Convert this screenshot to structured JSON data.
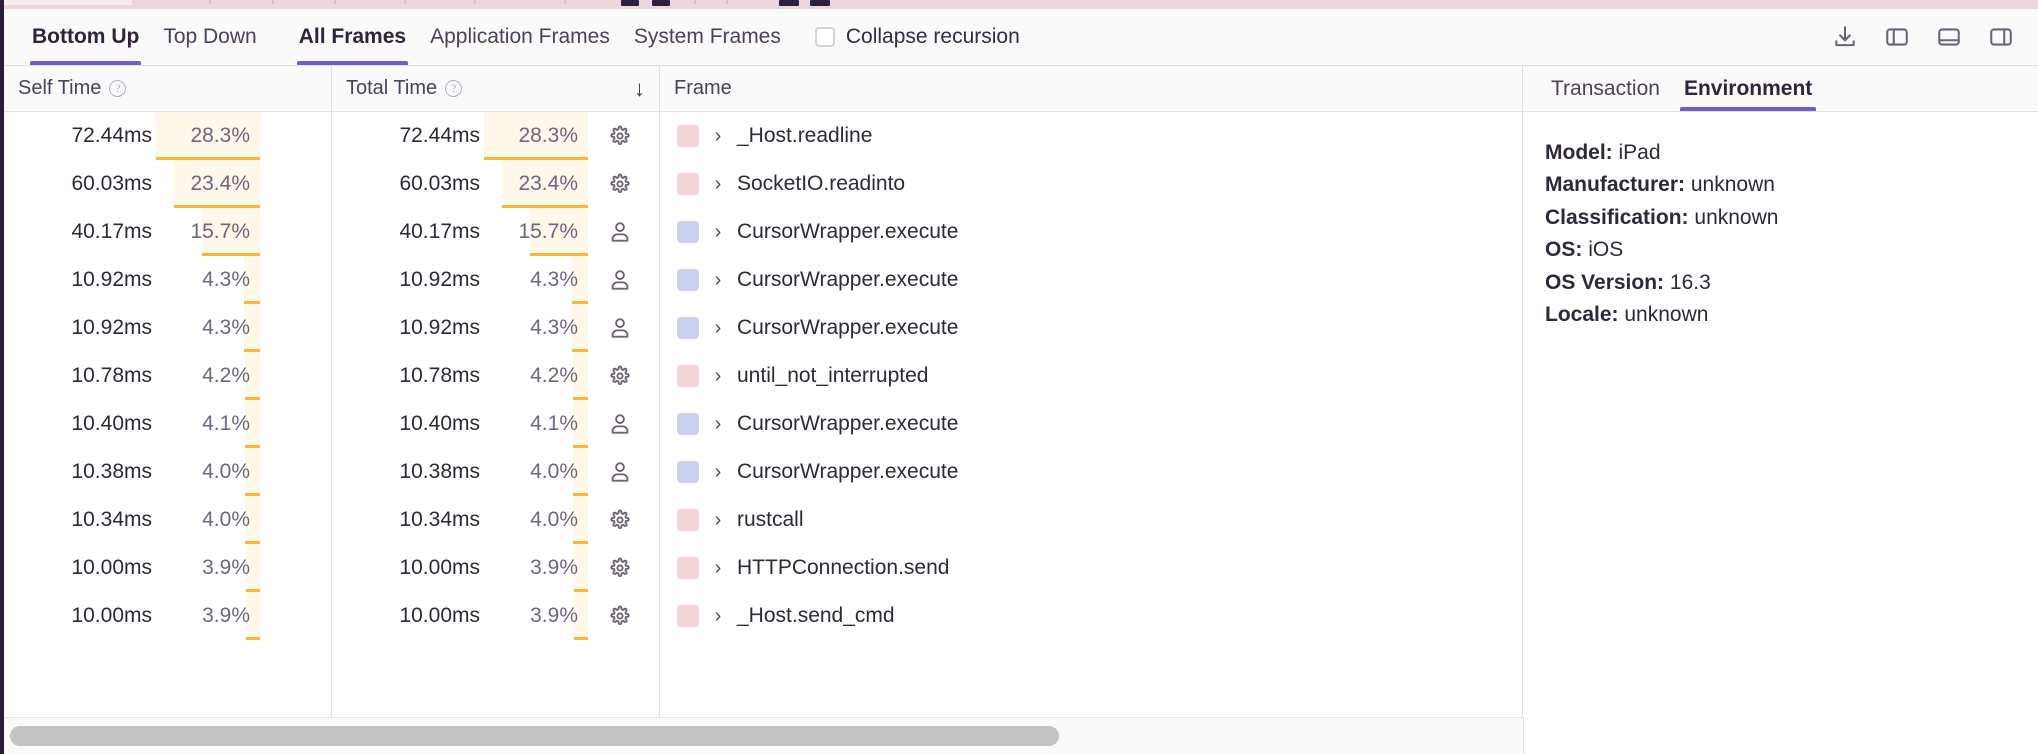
{
  "toolbar": {
    "tabs_view": [
      {
        "label": "Bottom Up",
        "active": true
      },
      {
        "label": "Top Down",
        "active": false
      }
    ],
    "tabs_frames": [
      {
        "label": "All Frames",
        "active": true
      },
      {
        "label": "Application Frames",
        "active": false
      },
      {
        "label": "System Frames",
        "active": false
      }
    ],
    "collapse_recursion": {
      "label": "Collapse recursion",
      "checked": false
    },
    "icons": [
      "download-icon",
      "left-panel-icon",
      "bottom-panel-icon",
      "right-panel-icon"
    ]
  },
  "table": {
    "columns": [
      {
        "key": "self",
        "label": "Self Time",
        "help": "?",
        "sorted": false
      },
      {
        "key": "total",
        "label": "Total Time",
        "help": "?",
        "sorted": true,
        "sort_dir": "↓"
      },
      {
        "key": "frame",
        "label": "Frame"
      }
    ],
    "rows": [
      {
        "self_time": "72.44ms",
        "self_pct": "28.3%",
        "self_pct_value": 28.3,
        "total_time": "72.44ms",
        "total_pct": "28.3%",
        "total_pct_value": 28.3,
        "kind_icon": "gear-icon",
        "color": "#f2d3d6",
        "frame": "_Host.readline"
      },
      {
        "self_time": "60.03ms",
        "self_pct": "23.4%",
        "self_pct_value": 23.4,
        "total_time": "60.03ms",
        "total_pct": "23.4%",
        "total_pct_value": 23.4,
        "kind_icon": "gear-icon",
        "color": "#f2d3d6",
        "frame": "SocketIO.readinto"
      },
      {
        "self_time": "40.17ms",
        "self_pct": "15.7%",
        "self_pct_value": 15.7,
        "total_time": "40.17ms",
        "total_pct": "15.7%",
        "total_pct_value": 15.7,
        "kind_icon": "person-icon",
        "color": "#ccd0ef",
        "frame": "CursorWrapper.execute"
      },
      {
        "self_time": "10.92ms",
        "self_pct": "4.3%",
        "self_pct_value": 4.3,
        "total_time": "10.92ms",
        "total_pct": "4.3%",
        "total_pct_value": 4.3,
        "kind_icon": "person-icon",
        "color": "#ccd0ef",
        "frame": "CursorWrapper.execute"
      },
      {
        "self_time": "10.92ms",
        "self_pct": "4.3%",
        "self_pct_value": 4.3,
        "total_time": "10.92ms",
        "total_pct": "4.3%",
        "total_pct_value": 4.3,
        "kind_icon": "person-icon",
        "color": "#ccd0ef",
        "frame": "CursorWrapper.execute"
      },
      {
        "self_time": "10.78ms",
        "self_pct": "4.2%",
        "self_pct_value": 4.2,
        "total_time": "10.78ms",
        "total_pct": "4.2%",
        "total_pct_value": 4.2,
        "kind_icon": "gear-icon",
        "color": "#f2d3d6",
        "frame": "until_not_interrupted"
      },
      {
        "self_time": "10.40ms",
        "self_pct": "4.1%",
        "self_pct_value": 4.1,
        "total_time": "10.40ms",
        "total_pct": "4.1%",
        "total_pct_value": 4.1,
        "kind_icon": "person-icon",
        "color": "#ccd0ef",
        "frame": "CursorWrapper.execute"
      },
      {
        "self_time": "10.38ms",
        "self_pct": "4.0%",
        "self_pct_value": 4.0,
        "total_time": "10.38ms",
        "total_pct": "4.0%",
        "total_pct_value": 4.0,
        "kind_icon": "person-icon",
        "color": "#ccd0ef",
        "frame": "CursorWrapper.execute"
      },
      {
        "self_time": "10.34ms",
        "self_pct": "4.0%",
        "self_pct_value": 4.0,
        "total_time": "10.34ms",
        "total_pct": "4.0%",
        "total_pct_value": 4.0,
        "kind_icon": "gear-icon",
        "color": "#f2d3d6",
        "frame": "rustcall"
      },
      {
        "self_time": "10.00ms",
        "self_pct": "3.9%",
        "self_pct_value": 3.9,
        "total_time": "10.00ms",
        "total_pct": "3.9%",
        "total_pct_value": 3.9,
        "kind_icon": "gear-icon",
        "color": "#f2d3d6",
        "frame": "HTTPConnection.send"
      },
      {
        "self_time": "10.00ms",
        "self_pct": "3.9%",
        "self_pct_value": 3.9,
        "total_time": "10.00ms",
        "total_pct": "3.9%",
        "total_pct_value": 3.9,
        "kind_icon": "gear-icon",
        "color": "#f2d3d6",
        "frame": "_Host.send_cmd"
      }
    ]
  },
  "details": {
    "tabs": [
      {
        "label": "Transaction",
        "active": false
      },
      {
        "label": "Environment",
        "active": true
      }
    ],
    "environment": [
      {
        "label": "Model:",
        "value": "iPad"
      },
      {
        "label": "Manufacturer:",
        "value": "unknown"
      },
      {
        "label": "Classification:",
        "value": "unknown"
      },
      {
        "label": "OS:",
        "value": "iOS"
      },
      {
        "label": "OS Version:",
        "value": "16.3"
      },
      {
        "label": "Locale:",
        "value": "unknown"
      }
    ]
  },
  "colors": {
    "accent": "#6c5fc7",
    "pct_bar": "#f5b73d",
    "pct_bg": "#fdf8e8",
    "system_frame": "#f2d3d6",
    "app_frame": "#ccd0ef"
  }
}
